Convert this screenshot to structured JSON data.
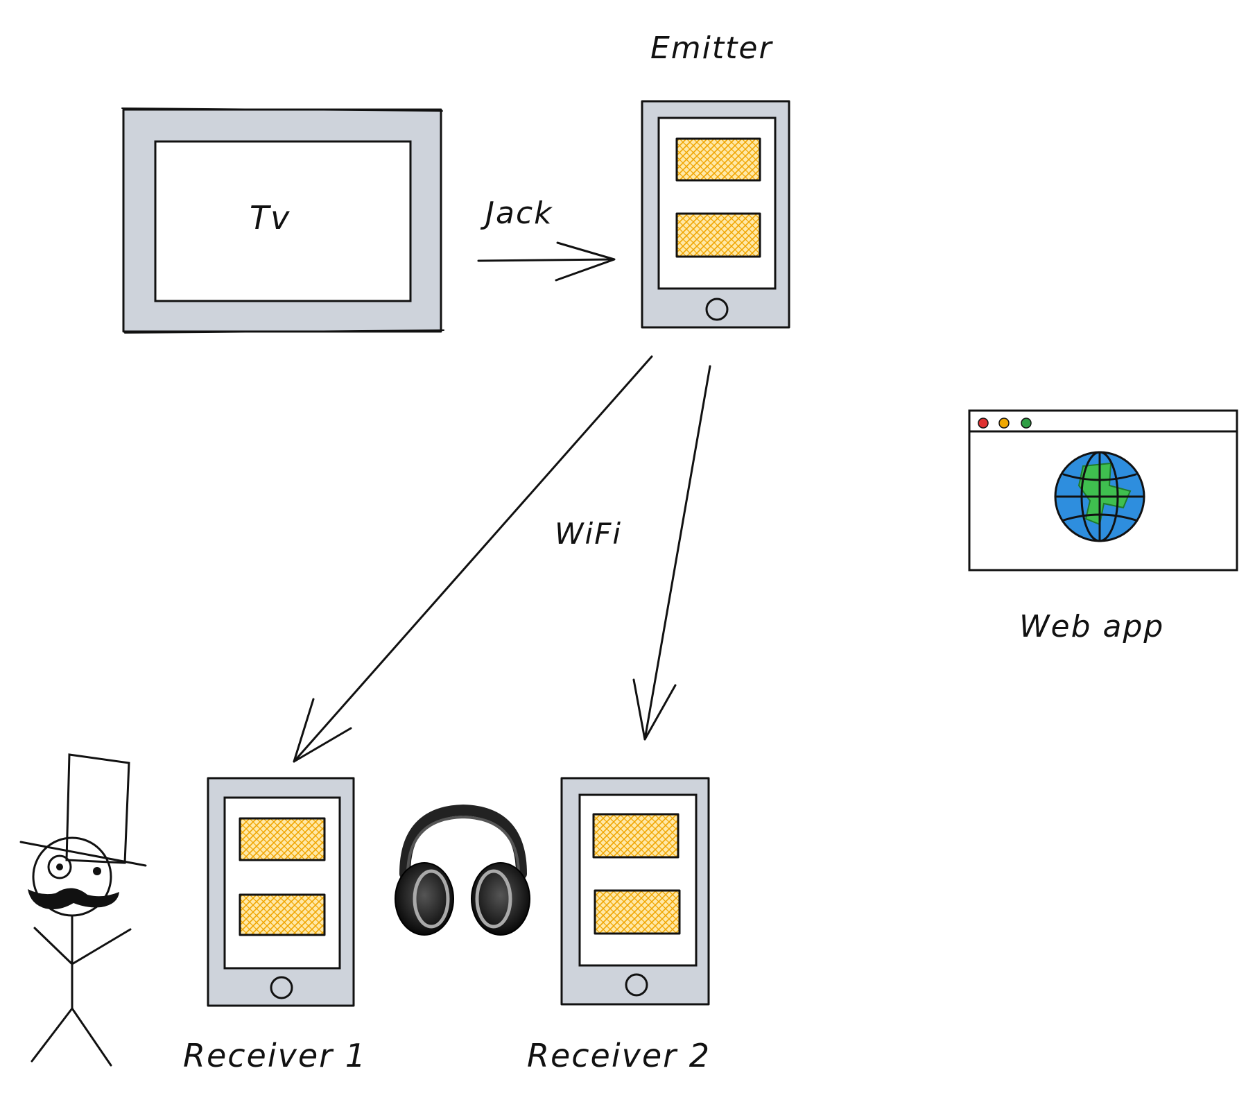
{
  "labels": {
    "tv": "Tv",
    "emitter": "Emitter",
    "jack": "Jack",
    "wifi": "WiFi",
    "web_app": "Web app",
    "receiver_1": "Receiver 1",
    "receiver_2": "Receiver 2"
  },
  "icons": {
    "tv": "tv-icon",
    "emitter_tablet": "tablet-icon",
    "receiver_tablets": "tablet-icon",
    "headphones": "headphones-icon",
    "browser": "browser-window-icon",
    "globe": "globe-icon",
    "person": "stick-figure-with-top-hat-icon"
  },
  "colors": {
    "device_frame": "#ced3db",
    "screen_block": "#f6c84a",
    "globe_ocean": "#2e8ede",
    "globe_land": "#3fbf4f",
    "browser_dot_red": "#e03131",
    "browser_dot_yellow": "#f0a800",
    "browser_dot_green": "#2f9e44"
  },
  "edges": [
    {
      "from": "tv",
      "to": "emitter",
      "label": "Jack"
    },
    {
      "from": "emitter",
      "to": "receiver_1",
      "label": "WiFi"
    },
    {
      "from": "emitter",
      "to": "receiver_2",
      "label": "WiFi"
    }
  ]
}
